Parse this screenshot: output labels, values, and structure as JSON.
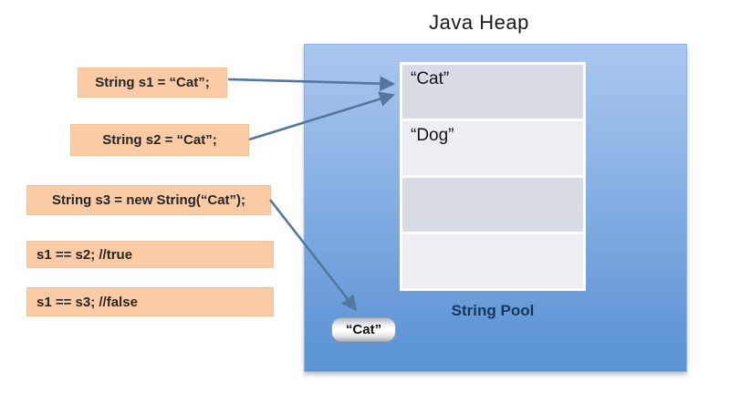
{
  "title": "Java Heap",
  "heap": {
    "pool": {
      "label": "String Pool",
      "cells": [
        "“Cat”",
        "“Dog”",
        "",
        ""
      ]
    },
    "object": {
      "label": "“Cat”"
    }
  },
  "statements": [
    {
      "label": "String s1 = “Cat”;"
    },
    {
      "label": "String s2 = “Cat”;"
    },
    {
      "label": "String s3 = new String(“Cat”);"
    },
    {
      "label": "s1 == s2; //true"
    },
    {
      "label": "s1 == s3; //false"
    }
  ],
  "colors": {
    "statement_bg": "#FBCBA5",
    "heap_gradient_top": "#A9C7EF",
    "heap_gradient_bottom": "#5B94D4",
    "pool_row_dark": "#D8DDE5",
    "pool_row_light": "#ECEEF3",
    "pool_label_text": "#17375E",
    "arrow": "#54779E",
    "text": "#1A1A1A"
  }
}
